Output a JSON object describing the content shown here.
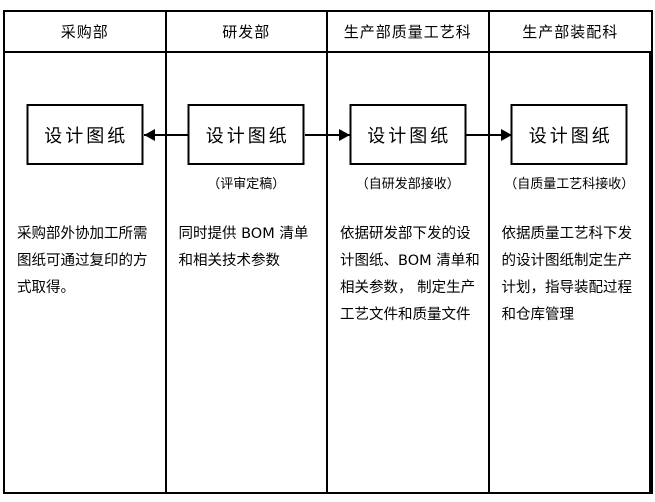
{
  "diagram_title": "design-drawing-distribution-flowchart",
  "colors": {
    "line": "#000000",
    "background": "#ffffff"
  },
  "lanes": [
    {
      "department": "采购部",
      "box_label": "设计图纸",
      "caption": "",
      "description": "采购部外协加工所需\n图纸可通过复印的方\n式取得。"
    },
    {
      "department": "研发部",
      "box_label": "设计图纸",
      "caption": "（评审定稿）",
      "description": "同时提供 BOM 清单\n和相关技术参数"
    },
    {
      "department": "生产部质量工艺科",
      "box_label": "设计图纸",
      "caption": "（自研发部接收）",
      "description": "依据研发部下发的设\n计图纸、BOM 清单和\n相关参数， 制定生产\n工艺文件和质量文件"
    },
    {
      "department": "生产部装配科",
      "box_label": "设计图纸",
      "caption": "（自质量工艺科接收）",
      "description": "依据质量工艺科下发\n的设计图纸制定生产\n计划，指导装配过程\n和仓库管理"
    }
  ],
  "arrows": [
    {
      "name": "rnd-to-purchasing",
      "direction": "left"
    },
    {
      "name": "rnd-to-quality-process",
      "direction": "right"
    },
    {
      "name": "quality-process-to-assembly",
      "direction": "right"
    }
  ]
}
